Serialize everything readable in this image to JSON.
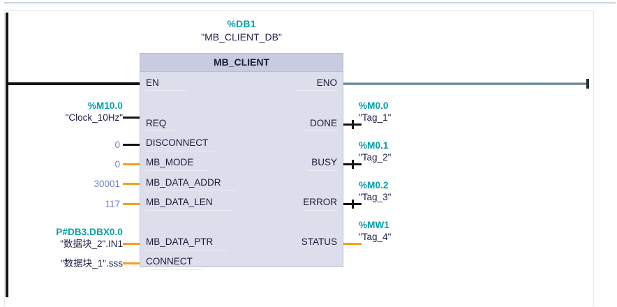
{
  "editor": {
    "language": "LAD",
    "colors": {
      "address_teal": "#00a0a8",
      "symbol_navy": "#22224a",
      "literal_blue": "#6f7fd4",
      "bool_wire": "#141414",
      "word_wire": "#f5a01e",
      "block_fill": "#dcdeeb",
      "block_header_fill": "#c9cce0",
      "block_border": "#b9bdd2",
      "eno_wire": "#5d7483"
    }
  },
  "block": {
    "db_number": "%DB1",
    "db_name": "\"MB_CLIENT_DB\"",
    "title": "MB_CLIENT",
    "en_label": "EN",
    "eno_label": "ENO",
    "inputs": [
      {
        "name": "REQ",
        "wire": "bool"
      },
      {
        "name": "DISCONNECT",
        "wire": "bool"
      },
      {
        "name": "MB_MODE",
        "wire": "word"
      },
      {
        "name": "MB_DATA_ADDR",
        "wire": "word"
      },
      {
        "name": "MB_DATA_LEN",
        "wire": "word"
      },
      {
        "name": "MB_DATA_PTR",
        "wire": "word"
      },
      {
        "name": "CONNECT",
        "wire": "word"
      }
    ],
    "outputs": [
      {
        "name": "DONE",
        "wire": "bool"
      },
      {
        "name": "BUSY",
        "wire": "bool"
      },
      {
        "name": "ERROR",
        "wire": "bool"
      },
      {
        "name": "STATUS",
        "wire": "word"
      }
    ]
  },
  "operands": {
    "inputs": [
      {
        "pin": "REQ",
        "address": "%M10.0",
        "symbol": "\"Clock_10Hz\""
      },
      {
        "pin": "DISCONNECT",
        "address": "",
        "symbol": "0",
        "literal": true
      },
      {
        "pin": "MB_MODE",
        "address": "",
        "symbol": "0",
        "literal": true
      },
      {
        "pin": "MB_DATA_ADDR",
        "address": "",
        "symbol": "30001",
        "literal": true
      },
      {
        "pin": "MB_DATA_LEN",
        "address": "",
        "symbol": "117",
        "literal": true
      },
      {
        "pin": "MB_DATA_PTR",
        "address": "P#DB3.DBX0.0",
        "symbol": "\"数据块_2\".IN1"
      },
      {
        "pin": "CONNECT",
        "address": "",
        "symbol": "\"数据块_1\".sss"
      }
    ],
    "outputs": [
      {
        "pin": "DONE",
        "address": "%M0.0",
        "symbol": "\"Tag_1\""
      },
      {
        "pin": "BUSY",
        "address": "%M0.1",
        "symbol": "\"Tag_2\""
      },
      {
        "pin": "ERROR",
        "address": "%M0.2",
        "symbol": "\"Tag_3\""
      },
      {
        "pin": "STATUS",
        "address": "%MW1",
        "symbol": "\"Tag_4\""
      }
    ]
  }
}
